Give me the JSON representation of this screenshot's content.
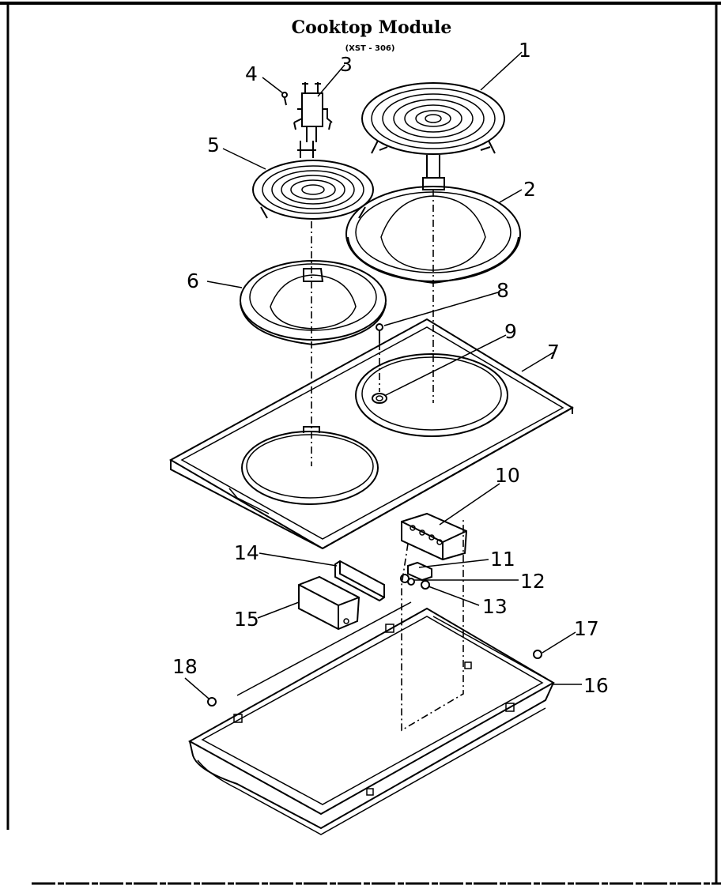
{
  "diagram": {
    "title": "Cooktop Module",
    "model": "(XST - 306)",
    "callouts": [
      {
        "id": "1",
        "label": "1"
      },
      {
        "id": "2",
        "label": "2"
      },
      {
        "id": "3",
        "label": "3"
      },
      {
        "id": "4",
        "label": "4"
      },
      {
        "id": "5",
        "label": "5"
      },
      {
        "id": "6",
        "label": "6"
      },
      {
        "id": "7",
        "label": "7"
      },
      {
        "id": "8",
        "label": "8"
      },
      {
        "id": "9",
        "label": "9"
      },
      {
        "id": "10",
        "label": "10"
      },
      {
        "id": "11",
        "label": "11"
      },
      {
        "id": "12",
        "label": "12"
      },
      {
        "id": "13",
        "label": "13"
      },
      {
        "id": "14",
        "label": "14"
      },
      {
        "id": "15",
        "label": "15"
      },
      {
        "id": "16",
        "label": "16"
      },
      {
        "id": "17",
        "label": "17"
      },
      {
        "id": "18",
        "label": "18"
      }
    ]
  },
  "colors": {
    "ink": "#000000",
    "paper": "#ffffff"
  }
}
